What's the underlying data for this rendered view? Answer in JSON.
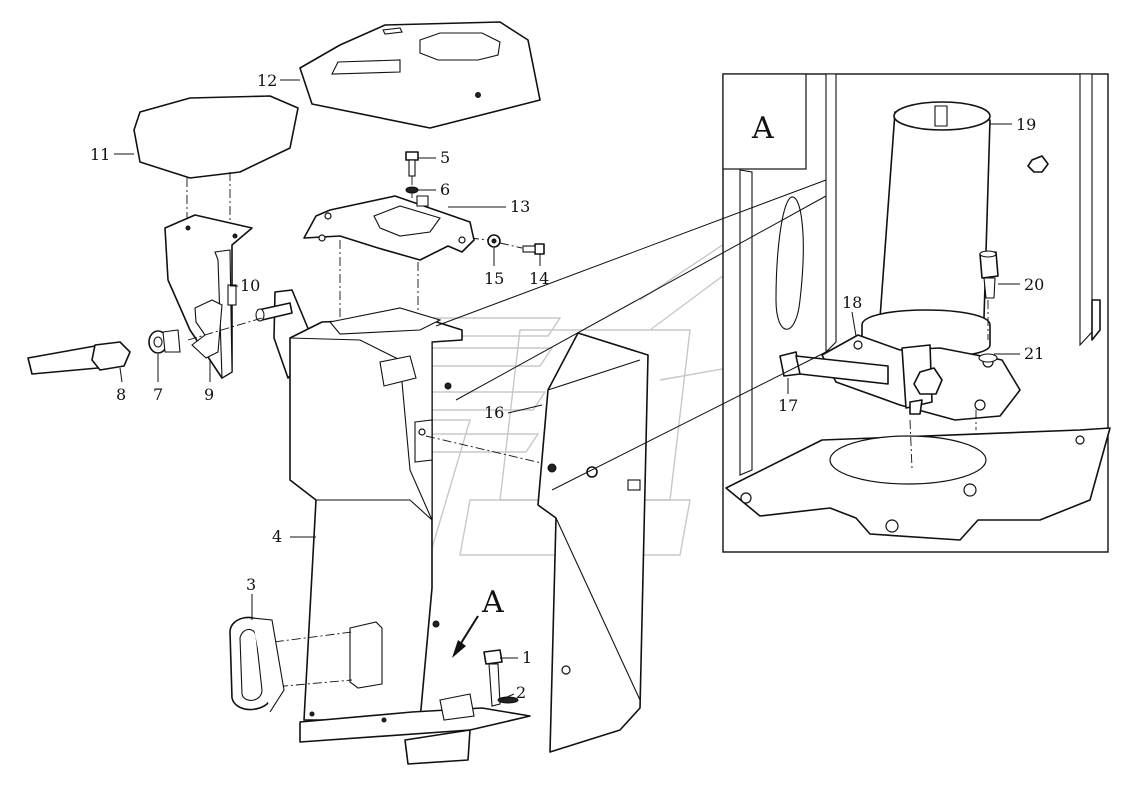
{
  "callouts": {
    "c1": "1",
    "c2": "2",
    "c3": "3",
    "c4": "4",
    "c5": "5",
    "c6": "6",
    "c7": "7",
    "c8": "8",
    "c9": "9",
    "c10": "10",
    "c11": "11",
    "c12": "12",
    "c13": "13",
    "c14": "14",
    "c15": "15",
    "c16": "16",
    "c17": "17",
    "c18": "18",
    "c19": "19",
    "c20": "20",
    "c21": "21"
  },
  "view_marker": "A",
  "detail_label": "A"
}
